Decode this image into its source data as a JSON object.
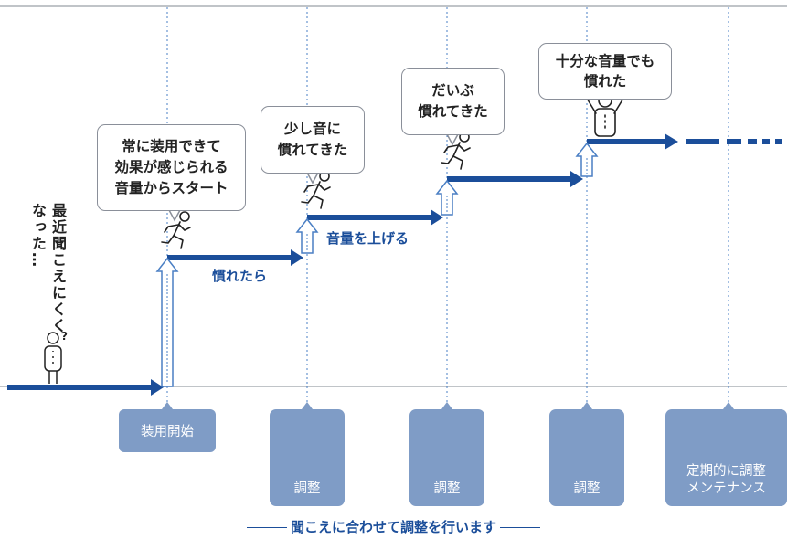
{
  "bubbles": {
    "start_line1": "常に装用できて",
    "start_line2": "効果が感じられる",
    "start_line3": "音量からスタート",
    "step2_line1": "少し音に",
    "step2_line2": "慣れてきた",
    "step3_line1": "だいぶ",
    "step3_line2": "慣れてきた",
    "step4_line1": "十分な音量でも",
    "step4_line2": "慣れた"
  },
  "left_text": "最近聞こえにくくなった…",
  "arrow_labels": {
    "step1": "慣れたら",
    "step2": "音量を上げる"
  },
  "cards": {
    "start": "装用開始",
    "adjust1": "調整",
    "adjust2": "調整",
    "adjust3": "調整",
    "maintenance_line1": "定期的に調整",
    "maintenance_line2": "メンテナンス"
  },
  "footer": "聞こえに合わせて調整を行います",
  "colors": {
    "arrow": "#1b4e9a",
    "card": "#7f9cc6",
    "grid": "#4a7fc4",
    "baseline": "#9aa0a8"
  },
  "icons": [
    "confused-person-icon",
    "running-person-icon",
    "cheering-person-icon",
    "audiologist-icon",
    "question-mark-icon"
  ]
}
